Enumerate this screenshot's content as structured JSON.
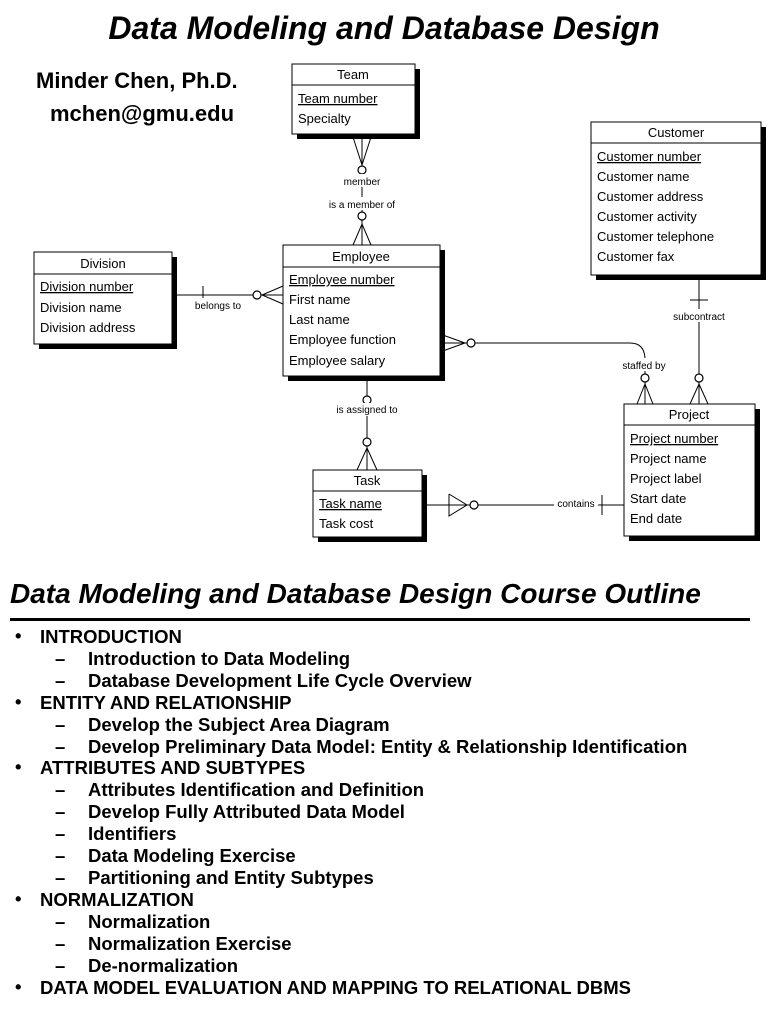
{
  "title": "Data Modeling and Database Design",
  "author": {
    "name": "Minder Chen, Ph.D.",
    "email": "mchen@gmu.edu"
  },
  "diagram": {
    "entities": {
      "team": {
        "name": "Team",
        "attributes": [
          "Team number",
          "Specialty"
        ]
      },
      "customer": {
        "name": "Customer",
        "attributes": [
          "Customer number",
          "Customer name",
          "Customer address",
          "Customer activity",
          "Customer telephone",
          "Customer fax"
        ]
      },
      "division": {
        "name": "Division",
        "attributes": [
          "Division number",
          "Division name",
          "Division address"
        ]
      },
      "employee": {
        "name": "Employee",
        "attributes": [
          "Employee number",
          "First name",
          "Last name",
          "Employee function",
          "Employee salary"
        ]
      },
      "project": {
        "name": "Project",
        "attributes": [
          "Project number",
          "Project name",
          "Project label",
          "Start date",
          "End date"
        ]
      },
      "task": {
        "name": "Task",
        "attributes": [
          "Task name",
          "Task cost"
        ]
      }
    },
    "relationships": {
      "member": "member",
      "is_member_of": "is a member of",
      "belongs_to": "belongs to",
      "subcontract": "subcontract",
      "staffed_by": "staffed by",
      "is_assigned_to": "is assigned to",
      "contains": "contains"
    }
  },
  "outline": {
    "title": "Data Modeling and Database Design Course Outline",
    "bullet": "•",
    "dash": "–",
    "sections": [
      {
        "label": "INTRODUCTION",
        "items": [
          "Introduction to Data Modeling",
          "Database Development Life Cycle Overview"
        ]
      },
      {
        "label": "ENTITY AND RELATIONSHIP",
        "items": [
          "Develop the Subject Area Diagram",
          "Develop Preliminary Data Model: Entity & Relationship Identification"
        ]
      },
      {
        "label": "ATTRIBUTES AND SUBTYPES",
        "items": [
          "Attributes Identification and Definition",
          "Develop Fully Attributed Data Model",
          "Identifiers",
          "Data Modeling Exercise",
          "Partitioning and Entity Subtypes"
        ]
      },
      {
        "label": "NORMALIZATION",
        "items": [
          "Normalization",
          "Normalization Exercise",
          "De-normalization"
        ]
      },
      {
        "label": "DATA MODEL EVALUATION AND MAPPING TO RELATIONAL DBMS",
        "items": []
      }
    ]
  }
}
